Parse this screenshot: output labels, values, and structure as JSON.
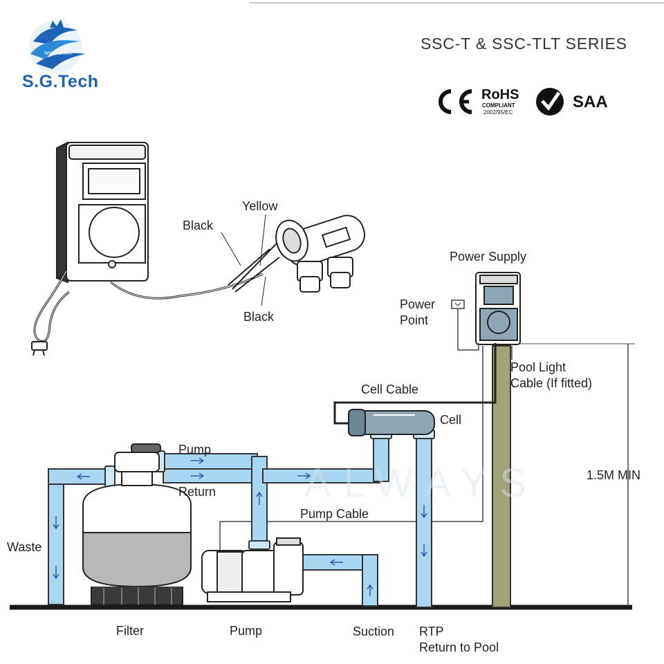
{
  "brand": {
    "name": "S.G.Tech",
    "logo_text": "Water Crown",
    "logo_icon": "water-crown-logo"
  },
  "header": {
    "series_title": "SSC-T & SSC-TLT SERIES"
  },
  "certifications": {
    "ce": "CE",
    "rohs": "RoHS",
    "rohs_sub": "COMPLIANT",
    "rohs_code": "2002/95/EC",
    "saa": "SAA"
  },
  "wiring": {
    "black_top": "Black",
    "yellow": "Yellow",
    "black_bottom": "Black"
  },
  "install": {
    "power_supply": "Power Supply",
    "power_point_line1": "Power",
    "power_point_line2": "Point",
    "pool_light_line1": "Pool Light",
    "pool_light_line2": "Cable (If fitted)",
    "cell_cable": "Cell Cable",
    "cell": "Cell",
    "pump_return_line1": "Pump",
    "pump_return_line2": "Return",
    "pump_cable": "Pump Cable",
    "height": "1.5M MIN",
    "waste": "Waste"
  },
  "bottom_labels": {
    "filter": "Filter",
    "pump": "Pump",
    "suction": "Suction",
    "rtp_line1": "RTP",
    "rtp_line2": "Return to Pool"
  },
  "watermark": "ALWAYS",
  "colors": {
    "brand_blue": "#1e63b8",
    "pipe_fill": "#a9d6f0",
    "pipe_stroke": "#333333",
    "post_fill": "#a2a37a",
    "arrow": "#2a5fa8"
  }
}
